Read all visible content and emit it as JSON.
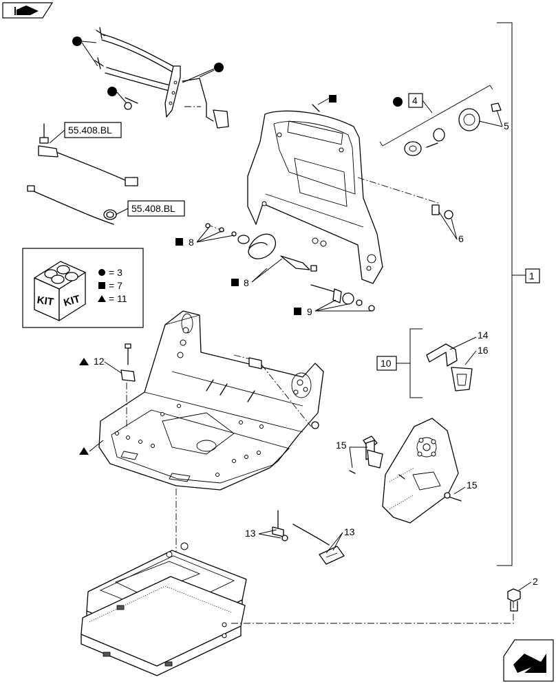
{
  "refs": {
    "ref_4": "4",
    "ref_5": "5",
    "ref_6": "6",
    "ref_8a": "8",
    "ref_8b": "8",
    "ref_9": "9",
    "ref_1": "1",
    "ref_10": "10",
    "ref_14": "14",
    "ref_16": "16",
    "ref_12": "12",
    "ref_15a": "15",
    "ref_15b": "15",
    "ref_13a": "13",
    "ref_13b": "13",
    "ref_2": "2"
  },
  "cross_refs": {
    "top": "55.408.BL",
    "middle": "55.408.BL"
  },
  "kit_legend": {
    "kit_label_1": "KIT",
    "kit_label_2": "KIT",
    "circle_qty": "= 3",
    "square_qty": "= 7",
    "triangle_qty": "= 11"
  },
  "icons": {
    "top_left": "previous-page-arrow-icon",
    "bottom_right": "next-page-arrow-icon"
  }
}
